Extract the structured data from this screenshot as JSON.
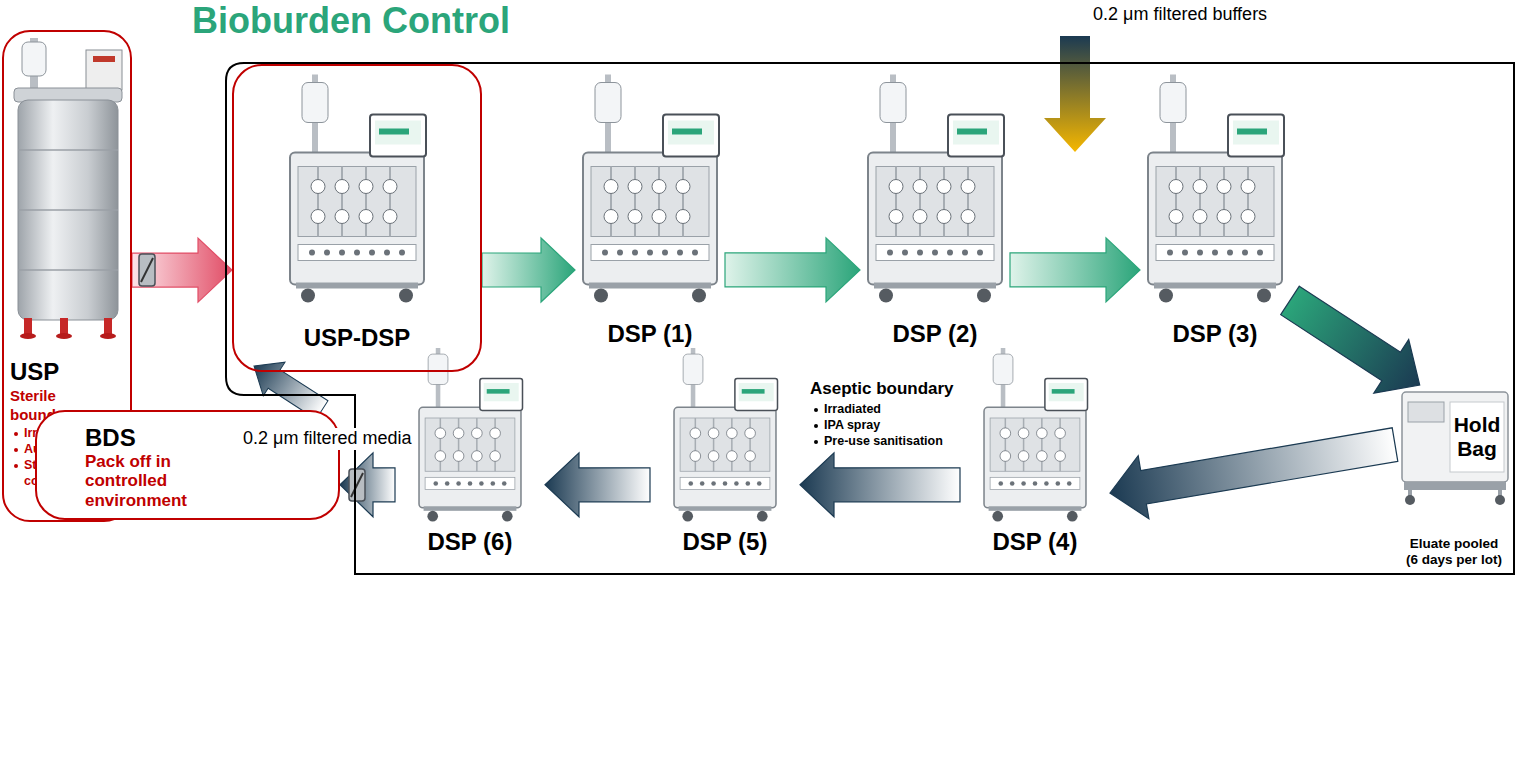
{
  "diagram": {
    "title": "Bioburden Control",
    "nodes": [
      {
        "text": [
          "USP",
          "Sterile boundary",
          "Irradiated",
          "Autoclaved",
          "Sterile connectors"
        ]
      },
      {
        "text": [
          "Aseptic boundary",
          "Irradiated",
          "IPA spray",
          "Pre-use sanitisation"
        ]
      },
      {
        "text": [
          "USP-DSP"
        ],
        "in": 1
      },
      {
        "text": [
          "DSP (1)"
        ],
        "in": 1
      },
      {
        "text": [
          "DSP (2)"
        ],
        "in": 1
      },
      {
        "text": [
          "DSP (3)"
        ],
        "in": 1
      },
      {
        "text": [
          "Hold Bag",
          "Eluate pooled (6 days per lot)"
        ],
        "in": 1
      },
      {
        "text": [
          "DSP (4)"
        ],
        "in": 1
      },
      {
        "text": [
          "DSP (5)"
        ],
        "in": 1
      },
      {
        "text": [
          "DSP (6)"
        ],
        "in": 1
      },
      {
        "text": [
          "BDS",
          "Pack off in controlled environment"
        ]
      }
    ],
    "edges": [
      {
        "from": 0,
        "to": 2,
        "arrow": "to"
      },
      {
        "from": 2,
        "to": 3,
        "arrow": "to"
      },
      {
        "from": 3,
        "to": 4,
        "arrow": "to"
      },
      {
        "from": 4,
        "to": 5,
        "arrow": "to"
      },
      {
        "from": 5,
        "to": 6,
        "arrow": "to"
      },
      {
        "from": 6,
        "to": 7,
        "arrow": "to"
      },
      {
        "from": 7,
        "to": 8,
        "arrow": "to"
      },
      {
        "from": 8,
        "to": 9,
        "arrow": "to"
      },
      {
        "from": 9,
        "to": 10,
        "arrow": "to"
      }
    ],
    "labels": [
      "0.2 μm filtered buffers",
      "0.2 μm filtered media"
    ]
  }
}
